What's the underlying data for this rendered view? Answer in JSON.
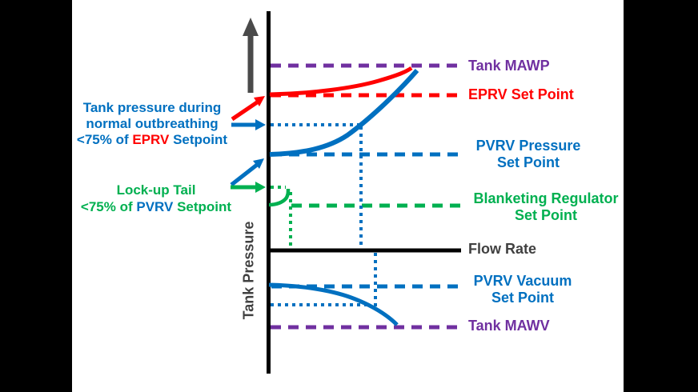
{
  "colors": {
    "blue": "#0070C0",
    "red": "#FF0000",
    "green": "#00B050",
    "purple": "#7030A0",
    "gray": "#404040",
    "axis": "#000000"
  },
  "axes": {
    "y_label": "Tank Pressure",
    "x_label": "Flow Rate"
  },
  "left_annotations": {
    "outbreathing": {
      "line1": "Tank pressure during",
      "line2": "normal outbreathing",
      "line3_pre": "<75% of ",
      "line3_highlight": "EPRV",
      "line3_post": " Setpoint"
    },
    "lockup": {
      "line1": "Lock-up Tail",
      "line2_pre": "<75% of ",
      "line2_highlight": "PVRV",
      "line2_post": " Setpoint"
    }
  },
  "right_labels": {
    "tank_mawp": "Tank MAWP",
    "eprv_set_point": "EPRV Set Point",
    "pvrv_pressure_line1": "PVRV Pressure",
    "pvrv_pressure_line2": "Set Point",
    "blanketing_line1": "Blanketing Regulator",
    "blanketing_line2": "Set Point",
    "flow_rate": "Flow Rate",
    "pvrv_vacuum_line1": "PVRV Vacuum",
    "pvrv_vacuum_line2": "Set Point",
    "tank_mawv": "Tank MAWV"
  },
  "diagram": {
    "type": "pressure-vs-flow conceptual diagram",
    "reference_lines": [
      {
        "name": "Tank MAWP",
        "style": "dashed",
        "color": "#7030A0",
        "position": "highest pressure"
      },
      {
        "name": "EPRV Set Point",
        "style": "dashed",
        "color": "#FF0000"
      },
      {
        "name": "Tank pressure during normal outbreathing",
        "style": "dotted",
        "color": "#0070C0",
        "note": "<75% of EPRV setpoint"
      },
      {
        "name": "PVRV Pressure Set Point",
        "style": "dashed",
        "color": "#0070C0"
      },
      {
        "name": "Lock-up tail level",
        "style": "dotted",
        "color": "#00B050",
        "note": "<75% of PVRV setpoint"
      },
      {
        "name": "Blanketing Regulator Set Point",
        "style": "dashed",
        "color": "#00B050"
      },
      {
        "name": "Flow Rate axis",
        "style": "solid",
        "color": "#000000",
        "position": "zero pressure"
      },
      {
        "name": "PVRV Vacuum Set Point",
        "style": "dashed",
        "color": "#0070C0"
      },
      {
        "name": "Tank MAWV",
        "style": "dashed",
        "color": "#7030A0",
        "position": "deepest vacuum"
      }
    ],
    "curves": [
      {
        "name": "EPRV relief curve",
        "color": "#FF0000",
        "shape": "flat at EPRV set point then rises toward Tank MAWP with flow"
      },
      {
        "name": "PVRV pressure relief curve",
        "color": "#0070C0",
        "shape": "flat at PVRV pressure set point then rises steeply toward Tank MAWP"
      },
      {
        "name": "Blanketing regulator lock-up tail",
        "color": "#00B050",
        "shape": "short flat segment at blanketing set point curling up to lock-up level"
      },
      {
        "name": "PVRV vacuum curve",
        "color": "#0070C0",
        "shape": "flat at PVRV vacuum set point then droops toward Tank MAWV with flow"
      }
    ]
  }
}
